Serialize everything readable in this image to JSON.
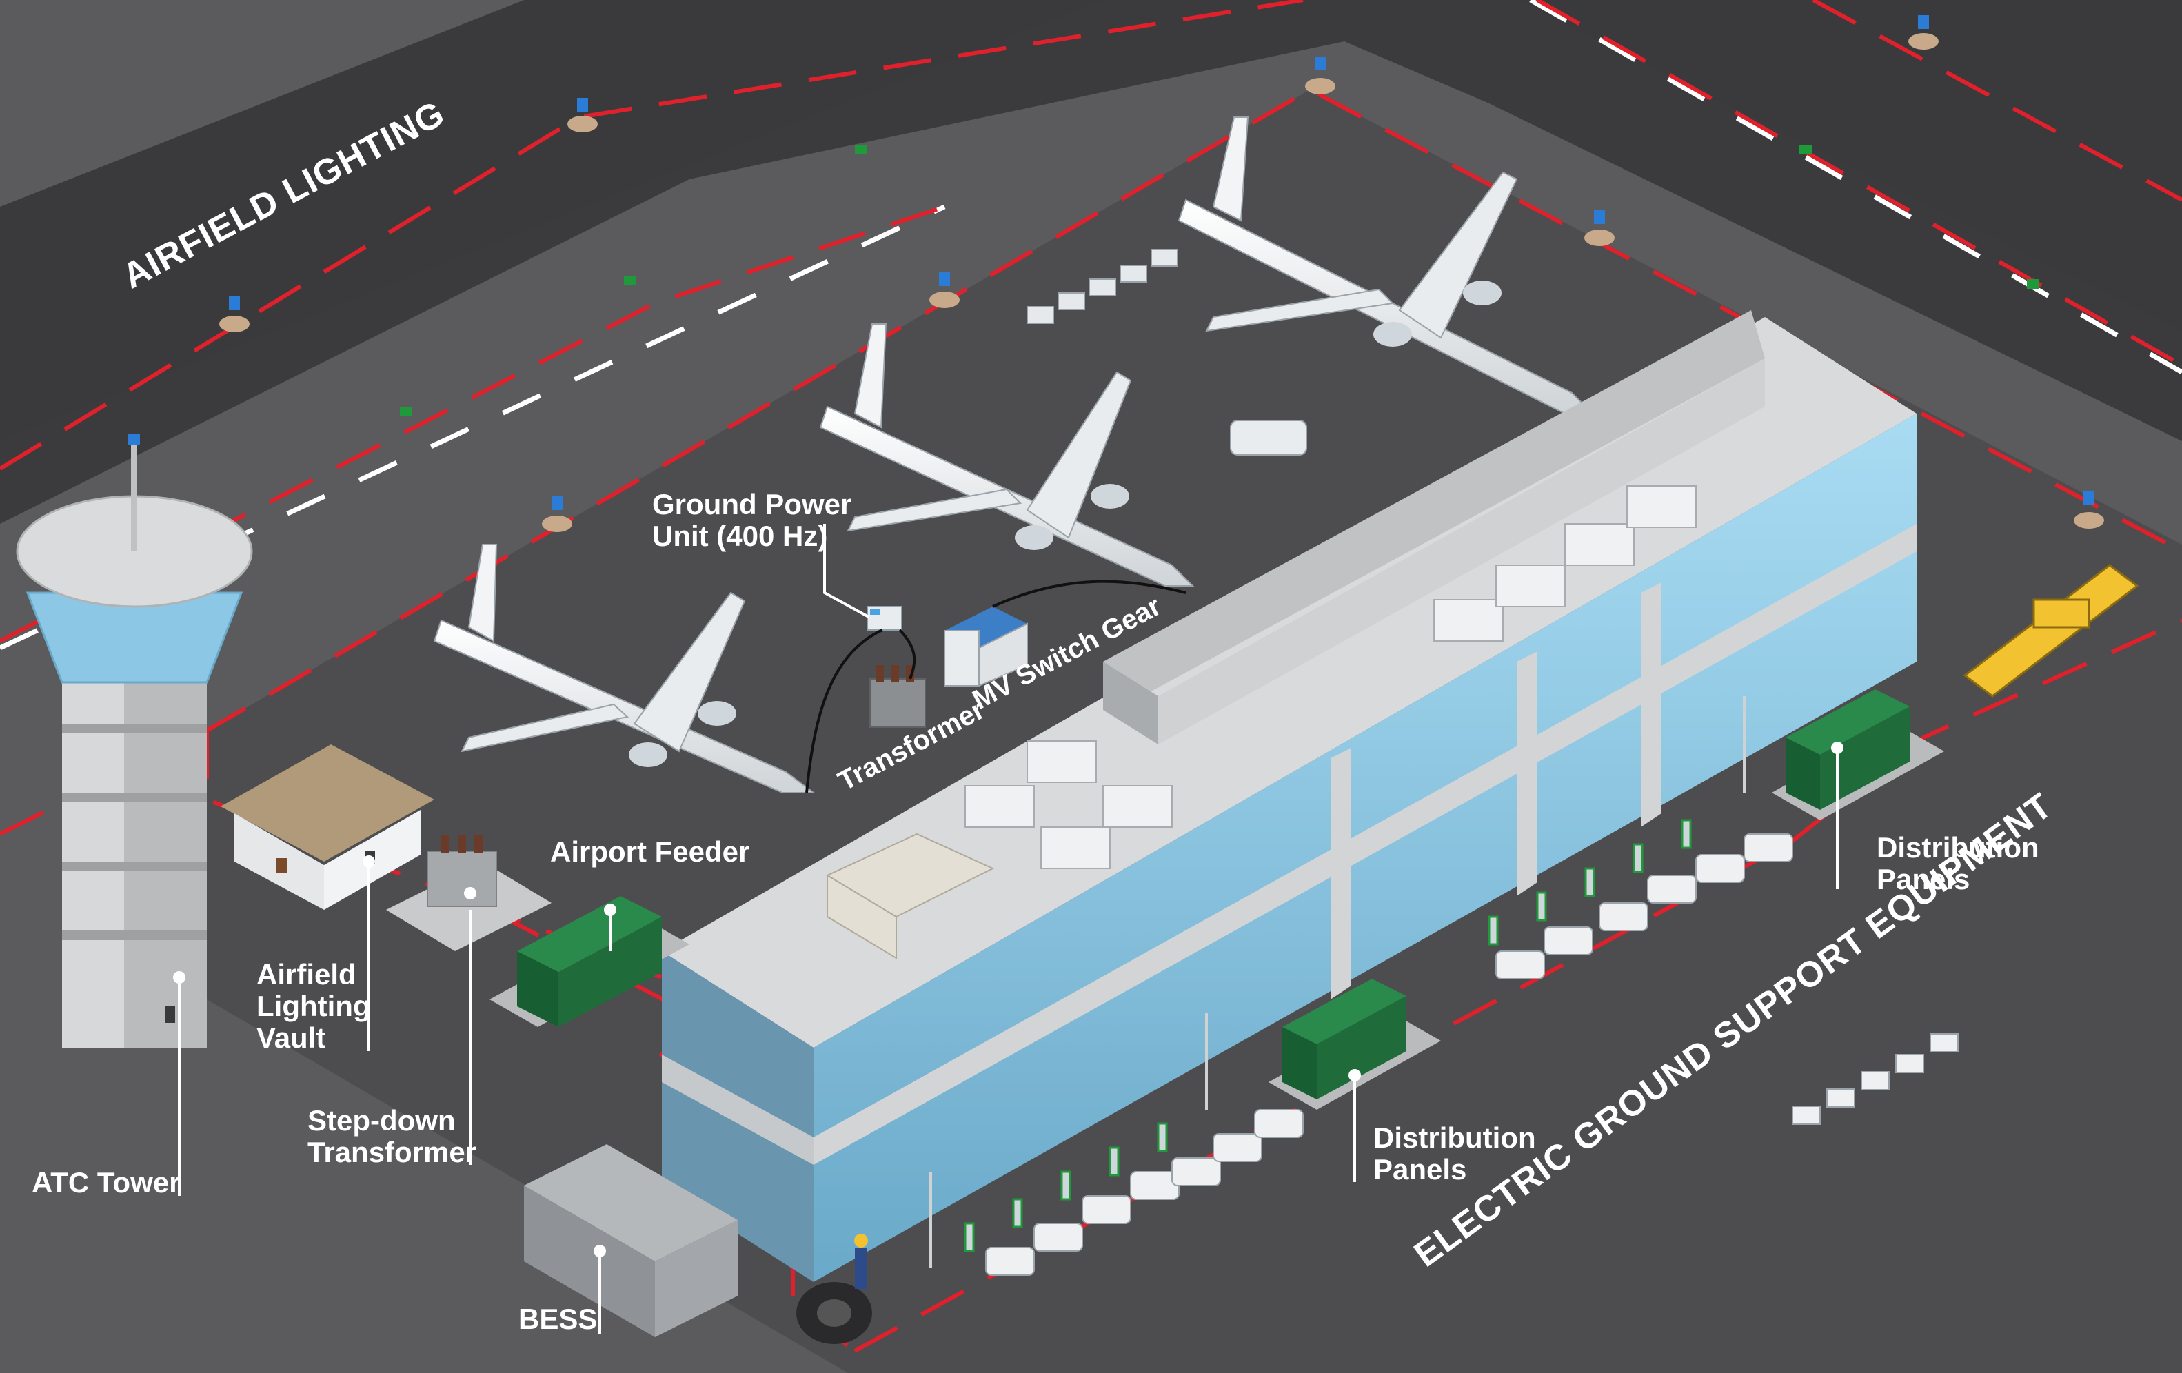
{
  "labels": {
    "airfield_lighting": "AIRFIELD LIGHTING",
    "ground_power_line1": "Ground Power",
    "ground_power_line2": "Unit (400 Hz)",
    "transformer": "Transformer",
    "mv_switch_gear": "MV Switch Gear",
    "airport_feeder": "Airport Feeder",
    "airfield_vault_line1": "Airfield",
    "airfield_vault_line2": "Lighting",
    "airfield_vault_line3": "Vault",
    "stepdown_line1": "Step-down",
    "stepdown_line2": "Transformer",
    "atc_tower": "ATC Tower",
    "bess": "BESS",
    "distribution_panels_1_line1": "Distribution",
    "distribution_panels_1_line2": "Panels",
    "distribution_panels_2_line1": "Distribution",
    "distribution_panels_2_line2": "Panels",
    "electric_gse": "ELECTRIC GROUND SUPPORT EQUIPMENT"
  },
  "colors": {
    "ground": "#5b5b5d",
    "runway": "#3a3a3c",
    "apron": "#4a4a4c",
    "power_line": "#e0212b",
    "runway_marking": "#ffffff",
    "building_top": "#d9dadb",
    "glass": "#8fc8e6",
    "cabinet_green": "#1f6b3a",
    "label": "#ffffff"
  }
}
